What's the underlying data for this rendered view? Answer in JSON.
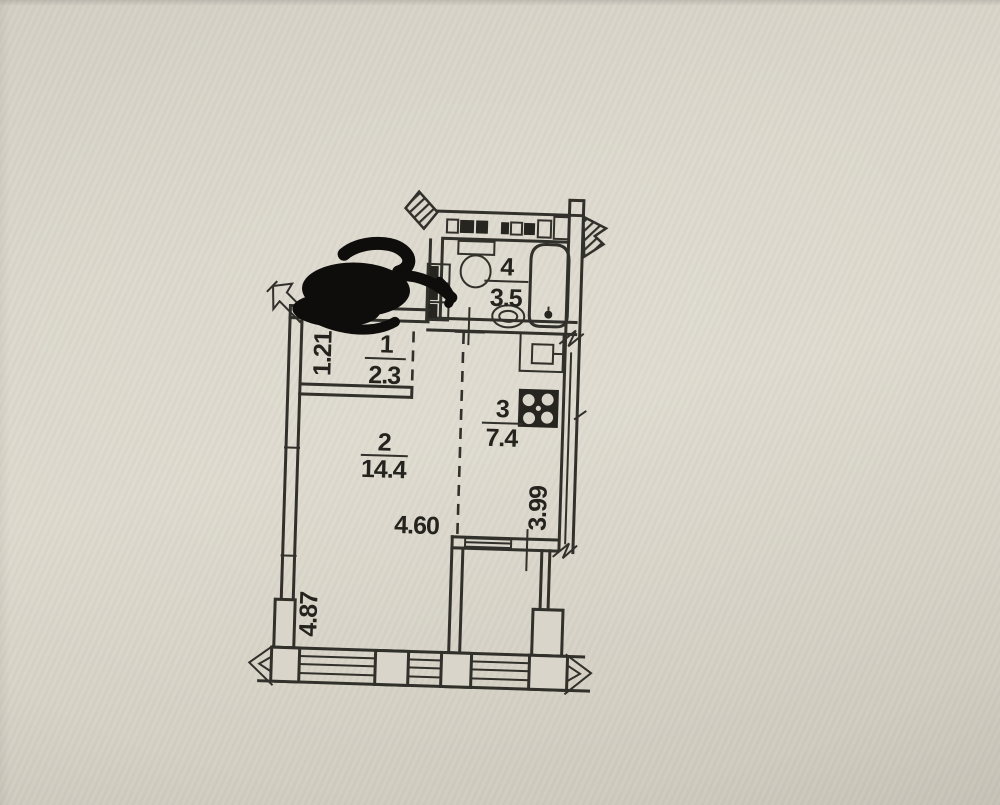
{
  "document": {
    "kind": "apartment floor plan (BTI technical drawing, photographed on paper)",
    "redaction_note": "black marker scribble over entrance area"
  },
  "rooms": [
    {
      "number": "1",
      "area": "2.3",
      "name": "hallway"
    },
    {
      "number": "2",
      "area": "14.4",
      "name": "living-room"
    },
    {
      "number": "3",
      "area": "7.4",
      "name": "kitchen"
    },
    {
      "number": "4",
      "area": "3.5",
      "name": "bathroom"
    }
  ],
  "dimensions": {
    "hallway_width": "1.21",
    "living_width": "4.60",
    "living_depth": "4.87",
    "kitchen_depth": "3.99"
  },
  "fixtures": [
    "toilet",
    "bathtub",
    "wash-basin",
    "duct-shaft",
    "kitchen-sink",
    "stove"
  ],
  "symbols": [
    "entrance-arrow",
    "door-opening-cross",
    "wall-break-zigzag",
    "window-triple-line",
    "dashed-zone-boundary"
  ],
  "colors": {
    "paper": "#d9d5ca",
    "ink": "#31302a",
    "redaction": "#0e0d0b"
  }
}
